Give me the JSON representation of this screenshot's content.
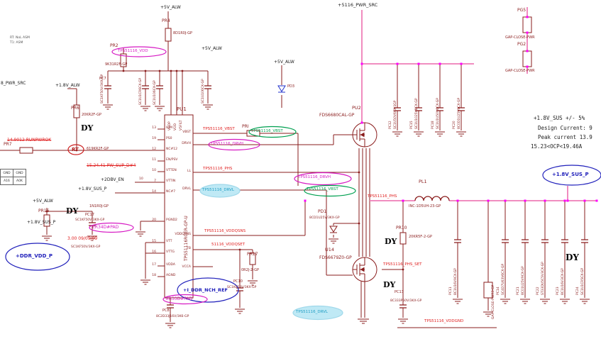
{
  "colors": {
    "wire_signal": "#8a1c1c",
    "wire_power": "#ee7fb8",
    "junction": "#ff00ff",
    "annotation_magenta": "#d619c3",
    "annotation_green": "#00a050",
    "annotation_blue": "#2020bb",
    "annotation_cyan_fill": "#bfe9f5",
    "annotation_red": "#e02020"
  },
  "notes": {
    "asm1": "RT: NoL ASM",
    "asm2": "T1: ASM"
  },
  "specs": {
    "tolerance": "+1.8V_SUS +/- 5%",
    "design_current": "Design Current: 9",
    "peak_current": "Peak current 13.9",
    "ocp": "15.23<OCP<19.46A"
  },
  "nets": {
    "p5v": "+5V_ALW",
    "p18alw": "+1.8V_ALW",
    "src_left": "8_PWR_SRC",
    "src": "+5116_PWR_SRC",
    "sus": "+1.8V_SUS_P",
    "en": "+2DBV_EN",
    "en_pin": "10",
    "ddr_vdd": "+DDR_VDD_P",
    "ddr_ref": "+I_DDR_NCH_REF",
    "vdd": "TPS51116_VDD",
    "vbst": "TPS51116_VBST",
    "drvh": "TPS51116_DRVH",
    "phs": "TPS51116_PHS",
    "drvl": "TPS51116_DRVL",
    "vddqsns": "TPS51116_VDDQSNS",
    "vddqset": "51116_VDDQSET",
    "phs_set": "TPS51116_PHS_SET",
    "vddgnd": "TPS51116_VDDGND"
  },
  "review": {
    "runpwrok": "14.9012 RUNPWROK",
    "pw_sup": "15.24.41 PW_SUP_D#4",
    "date": "3.00  09/09/09",
    "dy": "DY",
    "rt": "RT",
    "er34": "ER34D#PAD",
    "er33": "ER33D#PAD"
  },
  "table": {
    "rows": [
      [
        "GND",
        "GND"
      ],
      [
        "A16",
        "A0K"
      ]
    ]
  },
  "ic": {
    "ref": "PU1",
    "part": "TPS51116RGER-GP-U",
    "pins_left": [
      {
        "num": "13",
        "name": "ILIM"
      },
      {
        "num": "19",
        "name": "PS0"
      },
      {
        "num": "12",
        "name": "NC#12"
      },
      {
        "num": "11",
        "name": "EN/PSV"
      },
      {
        "num": "10",
        "name": "VTTEN"
      },
      {
        "num": "7",
        "name": "VTTIN"
      },
      {
        "num": "14",
        "name": "NC#7"
      },
      {
        "num": "20",
        "name": "PGND2"
      },
      {
        "num": "15",
        "name": "VTT"
      },
      {
        "num": "16",
        "name": "VTTG"
      },
      {
        "num": "17",
        "name": "VDDA"
      },
      {
        "num": "18",
        "name": "AGND"
      }
    ],
    "pins_top": [
      "VDDP",
      "VDD",
      "V5FILT"
    ],
    "pins_right": [
      "VBST",
      "DRVH",
      "LL",
      "DRVL",
      "VDDQSNS",
      "FB",
      "VCCA"
    ]
  },
  "components": {
    "pr4": {
      "ref": "PR4",
      "val": "8D1R0J-GP"
    },
    "pr2": {
      "ref": "PR2",
      "val": "9K31R2F-GP"
    },
    "pc7": {
      "ref": "PC7",
      "val": "SC1KF50V/3KX-GP"
    },
    "cap_a": "SC1U1CR6CX-GP",
    "cap_b": "SC1U106CX-GP",
    "cap_c": "SC1U106CX-GP",
    "pr6": {
      "ref": "PR6",
      "val": "20KR2F-GP"
    },
    "pr7": {
      "ref": "PR7",
      "val": "619KR2F-GP"
    },
    "pr16": {
      "ref": "PR16",
      "val": "1N1R0J-GP"
    },
    "pc17": {
      "ref": "PC17",
      "val": "SC1KF50V/3KX-GP"
    },
    "pc_vtt": "SC1KF50V/3KX-GP",
    "pri": {
      "ref": "PRI"
    },
    "pr17": {
      "ref": "PR17",
      "val": "0R2J-2-GP"
    },
    "pc10": {
      "ref": "PC10",
      "val": "SC1KF50V/3KX-GP"
    },
    "pc8": {
      "ref": "PC8",
      "val": "8C2D33J16V/3K6-GP"
    },
    "pd3": {
      "ref": "PD3"
    },
    "pd1": {
      "ref": "PD1",
      "val": "8CD1U25V/3KX-GP"
    },
    "pu2": {
      "ref": "PU2",
      "part": "FDS6680CAL-GP"
    },
    "u14": {
      "ref": "U14",
      "part": "FDS6679Z0-GP"
    },
    "pl1": {
      "ref": "PL1",
      "val": "INC-1D5UH-23-GP"
    },
    "pr10": {
      "ref": "PR10",
      "val": "20KR5F-2-GP"
    },
    "pc13": {
      "ref": "PC13",
      "val": "8C333P50V/3KX-GP"
    },
    "pg5": {
      "ref": "PG5",
      "val": "GAP-CLOSE-PWR"
    },
    "pg2": {
      "ref": "PG2",
      "val": "GAP-CLOSE-PWR"
    },
    "gap3": "GAP-CLOSE-PWR3-GP",
    "input_caps": [
      {
        "ref": "PC12",
        "val": "SC1U50V6CX-1GP"
      },
      {
        "ref": "PC15",
        "val": "SC1U1025V6CX-GP"
      },
      {
        "ref": "PC18",
        "val": "SC1U1U50V6CX-GP"
      },
      {
        "ref": "PC20",
        "val": "8C0D1U25V9CX-GP"
      }
    ],
    "output_caps": [
      {
        "ref": "PC11",
        "val": "8C1U16V9CX-GP"
      },
      {
        "ref": "PC14",
        "val": "SC4D7U63V6CX-GP"
      },
      {
        "ref": "PC21",
        "val": "8C01U25V9CX-GP"
      },
      {
        "ref": "PC22",
        "val": "ST33DU5C5V3CX-GP"
      },
      {
        "ref": "PC23",
        "val": "8C1U16V3CX-GP"
      },
      {
        "ref": "PC24",
        "val": "SC1U1CR5CX-GP"
      }
    ]
  }
}
